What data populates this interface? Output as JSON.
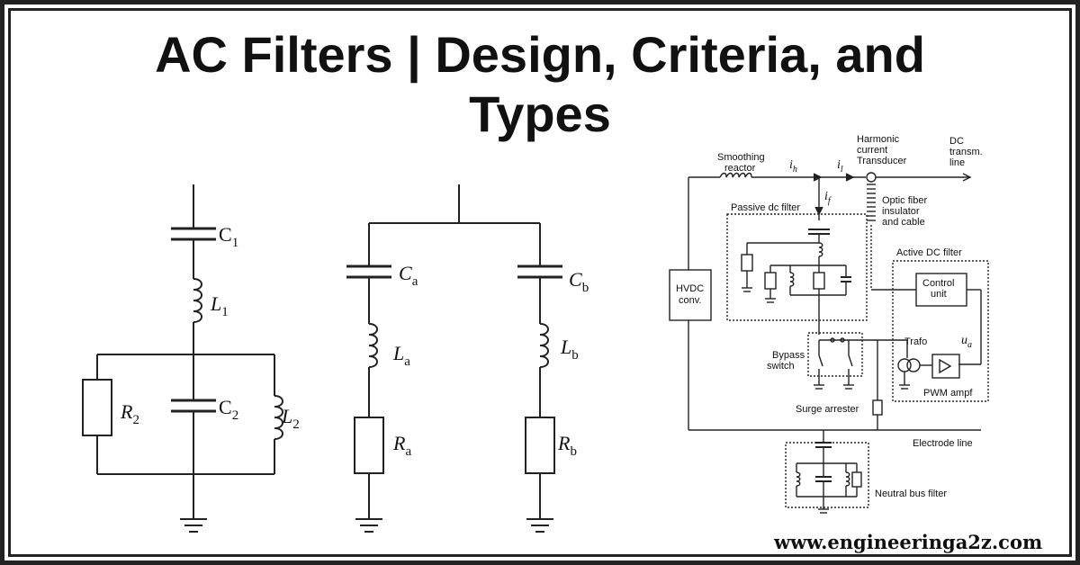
{
  "title": {
    "line1": "AC Filters | Design, Criteria, and",
    "line2": "Types"
  },
  "circuit_left": {
    "c1": "C",
    "c1_sub": "1",
    "l1": "L",
    "l1_sub": "1",
    "r2": "R",
    "r2_sub": "2",
    "c2": "C",
    "c2_sub": "2",
    "l2": "L",
    "l2_sub": "2"
  },
  "circuit_middle": {
    "ca": "C",
    "ca_sub": "a",
    "la": "L",
    "la_sub": "a",
    "ra": "R",
    "ra_sub": "a",
    "cb": "C",
    "cb_sub": "b",
    "lb": "L",
    "lb_sub": "b",
    "rb": "R",
    "rb_sub": "b"
  },
  "circuit_right": {
    "smoothing_reactor": [
      "Smoothing",
      "reactor"
    ],
    "i_h": "i",
    "i_h_sub": "h",
    "i_l": "i",
    "i_l_sub": "l",
    "i_f": "i",
    "i_f_sub": "f",
    "harmonic_transducer": [
      "Harmonic",
      "current",
      "Transducer"
    ],
    "dc_line": [
      "DC",
      "transm.",
      "line"
    ],
    "optic_fiber": [
      "Optic fiber",
      "insulator",
      "and cable"
    ],
    "passive_filter": "Passive dc filter",
    "active_filter": "Active DC filter",
    "control_unit": [
      "Control",
      "unit"
    ],
    "hvdc_conv": [
      "HVDC",
      "conv."
    ],
    "u_a": "u",
    "u_a_sub": "a",
    "trafo": "Trafo",
    "bypass_switch": [
      "Bypass",
      "switch"
    ],
    "pwm_ampf": "PWM ampf",
    "surge_arrester": "Surge arrester",
    "electrode_line": "Electrode line",
    "neutral_bus_filter": "Neutral bus filter"
  },
  "website": "www.engineeringa2z.com"
}
